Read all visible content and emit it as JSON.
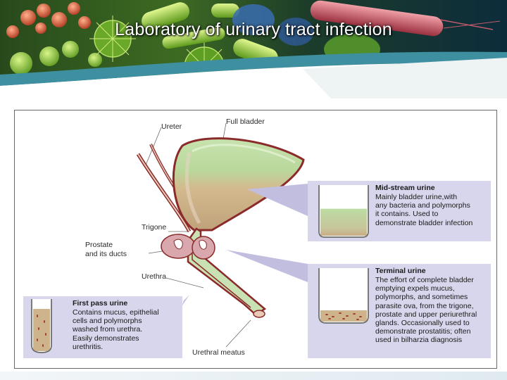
{
  "title": "Laboratory of urinary tract infection",
  "labels": {
    "ureter": "Ureter",
    "full_bladder": "Full bladder",
    "trigone": "Trigone",
    "prostate_line1": "Prostate",
    "prostate_line2": "and its ducts",
    "urethra": "Urethra",
    "urethral_meatus": "Urethral meatus"
  },
  "samples": {
    "mid_stream": {
      "title": "Mid-stream urine",
      "lines": [
        "Mainly bladder urine,with",
        "any bacteria and polymorphs",
        "it contains. Used to",
        "demonstrate bladder infection"
      ]
    },
    "terminal": {
      "title": "Terminal urine",
      "lines": [
        "The effort of complete bladder",
        "emptying expels mucus,",
        "polymorphs, and sometimes",
        "parasite ova, from the trigone,",
        "prostate and upper periurethral",
        "glands. Occasionally used to",
        "demonstrate prostatitis; often",
        "used in bilharzia diagnosis"
      ]
    },
    "first_pass": {
      "title": "First pass urine",
      "lines": [
        "Contains mucus, epithelial",
        "cells and polymorphs",
        "washed from urethra.",
        "Easily demonstrates",
        "urethritis."
      ]
    }
  },
  "colors": {
    "box_fill": "#d8d6ec",
    "urine_green": "#b9dca0",
    "sediment_tan": "#cdb48c",
    "tissue_red": "#8b2a2a",
    "banner_teal": "#3e8fa0"
  }
}
